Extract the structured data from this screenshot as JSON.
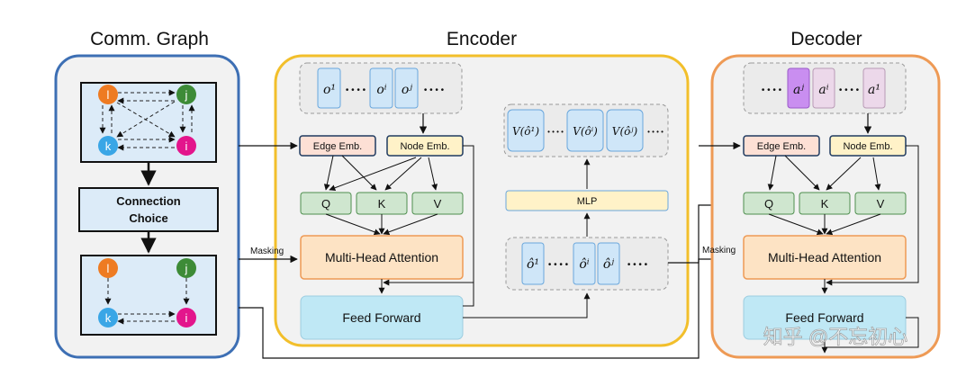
{
  "sections": {
    "comm_graph": "Comm. Graph",
    "encoder": "Encoder",
    "decoder": "Decoder"
  },
  "graph_nodes": {
    "l": "l",
    "j": "j",
    "k": "k",
    "i": "i"
  },
  "connection_choice": {
    "line1": "Connection",
    "line2": "Choice"
  },
  "encoder": {
    "obs_tokens": [
      "o¹",
      "oⁱ",
      "oʲ"
    ],
    "ellipsis": "• • • •",
    "edge_emb": "Edge Emb.",
    "node_emb": "Node Emb.",
    "q": "Q",
    "k": "K",
    "v": "V",
    "masking": "Masking",
    "mha": "Multi-Head Attention",
    "feed_forward": "Feed Forward",
    "value_tokens": [
      "V(ô¹)",
      "V(ôⁱ)",
      "V(ôʲ)"
    ],
    "mlp": "MLP",
    "hat_tokens": [
      "ô¹",
      "ôⁱ",
      "ôʲ"
    ]
  },
  "decoder": {
    "action_tokens": [
      "aʲ",
      "aⁱ",
      "a¹"
    ],
    "edge_emb": "Edge Emb.",
    "node_emb": "Node Emb.",
    "q": "Q",
    "k": "K",
    "v": "V",
    "masking": "Masking",
    "mha": "Multi-Head Attention",
    "feed_forward": "Feed Forward"
  },
  "watermark": "知乎 @不忘初心",
  "colors": {
    "comm_border": "#3d6fb4",
    "encoder_border": "#f2bf2b",
    "decoder_border": "#ee9a55",
    "node_l": "#ee7b22",
    "node_j": "#3d8b37",
    "node_k": "#3aa6e6",
    "node_i": "#e3158c",
    "qkv_fill": "#cfe6cf",
    "mha_fill": "#fde3c4",
    "ff_fill": "#bfe8f5",
    "edge_fill": "#fde0d5",
    "node_emb_fill": "#fff2c8"
  }
}
